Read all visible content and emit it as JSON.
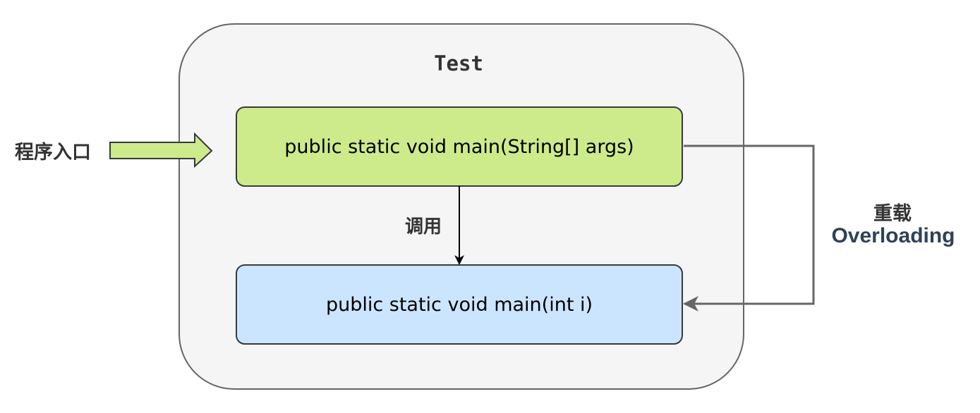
{
  "diagram": {
    "class_name": "Test",
    "entry_label": "程序入口",
    "main_method": "public static void main(String[] args)",
    "overload_method": "public static void main(int i)",
    "call_label": "调用",
    "overload_label_cn": "重载",
    "overload_label_en": "Overloading"
  },
  "colors": {
    "container_fill": "#f5f5f5",
    "container_stroke": "#666666",
    "main_fill": "#cdeb8b",
    "overload_fill": "#cce5ff",
    "entry_arrow_fill": "#cdeb8b",
    "entry_arrow_stroke": "#36393d",
    "overload_connector": "#666666",
    "overload_text": "#2f4256"
  }
}
